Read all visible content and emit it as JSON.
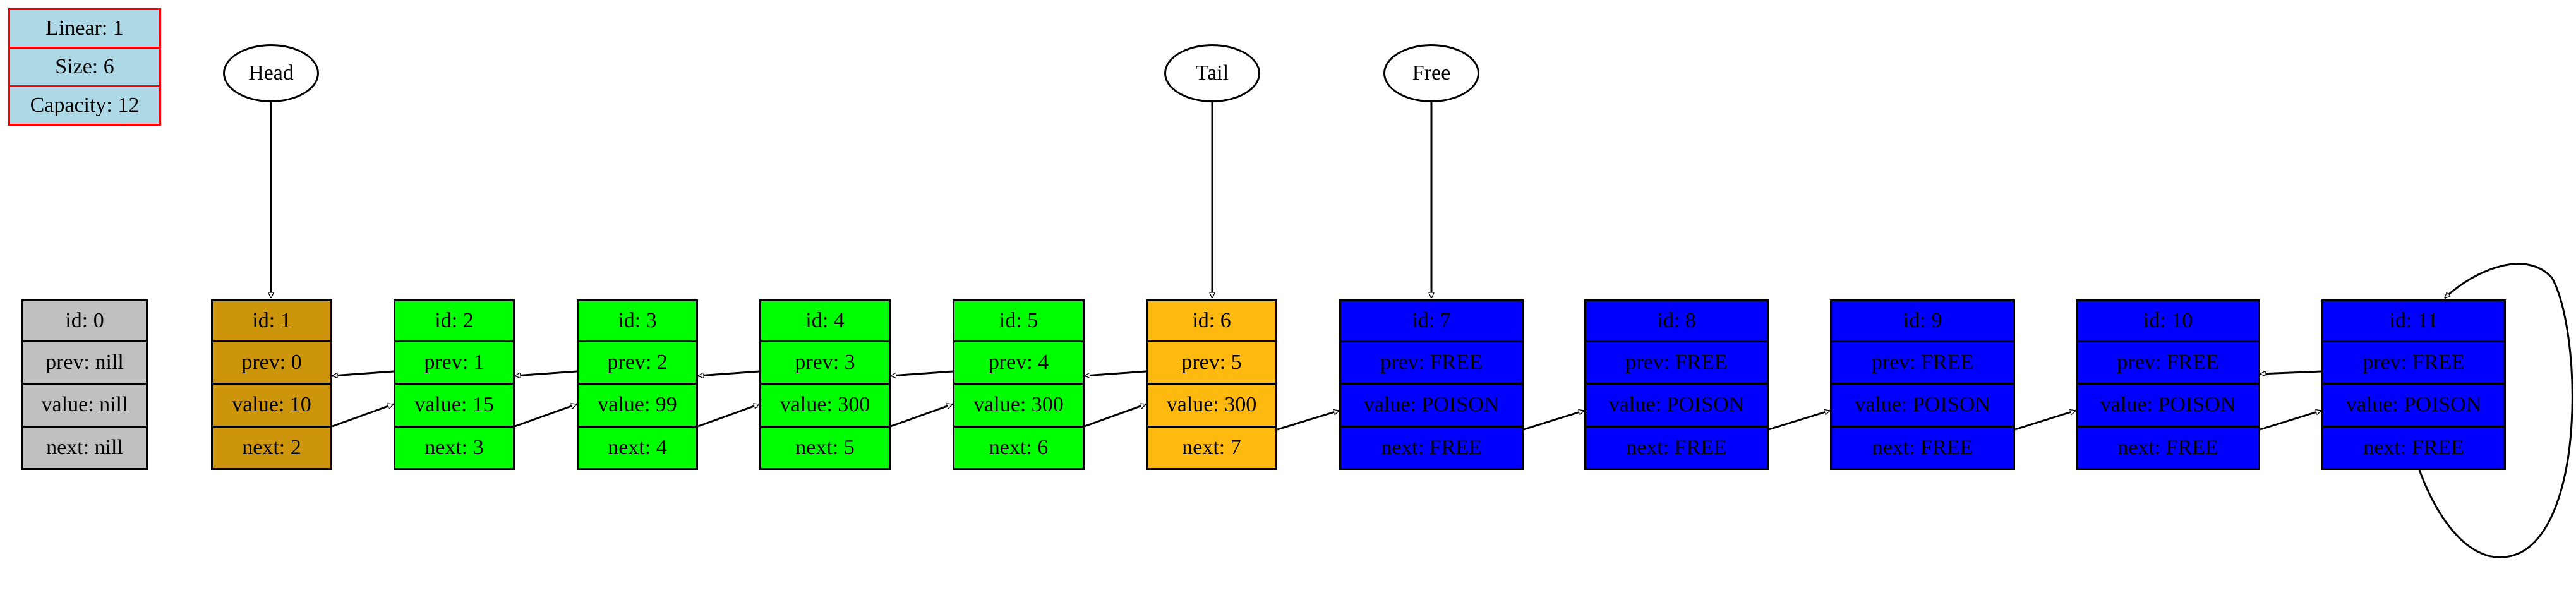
{
  "info": {
    "linear": "Linear: 1",
    "size": "Size: 6",
    "capacity": "Capacity: 12"
  },
  "colors": {
    "reserved": "#c0c0c0",
    "head": "#cd950c",
    "used": "#00ff00",
    "tail": "#ffb90f",
    "free": "#0000ff",
    "info_fill": "#add8e6",
    "info_border": "#ff0000"
  },
  "pointers": {
    "head": "Head",
    "tail": "Tail",
    "free": "Free"
  },
  "nodes": [
    {
      "id": "id: 0",
      "prev": "prev: nill",
      "value": "value: nill",
      "next": "next: nill",
      "kind": "reserved"
    },
    {
      "id": "id: 1",
      "prev": "prev: 0",
      "value": "value: 10",
      "next": "next: 2",
      "kind": "head"
    },
    {
      "id": "id: 2",
      "prev": "prev: 1",
      "value": "value: 15",
      "next": "next: 3",
      "kind": "used"
    },
    {
      "id": "id: 3",
      "prev": "prev: 2",
      "value": "value: 99",
      "next": "next: 4",
      "kind": "used"
    },
    {
      "id": "id: 4",
      "prev": "prev: 3",
      "value": "value: 300",
      "next": "next: 5",
      "kind": "used"
    },
    {
      "id": "id: 5",
      "prev": "prev: 4",
      "value": "value: 300",
      "next": "next: 6",
      "kind": "used"
    },
    {
      "id": "id: 6",
      "prev": "prev: 5",
      "value": "value: 300",
      "next": "next: 7",
      "kind": "tail"
    },
    {
      "id": "id: 7",
      "prev": "prev: FREE",
      "value": "value: POISON",
      "next": "next: FREE",
      "kind": "free"
    },
    {
      "id": "id: 8",
      "prev": "prev: FREE",
      "value": "value: POISON",
      "next": "next: FREE",
      "kind": "free"
    },
    {
      "id": "id: 9",
      "prev": "prev: FREE",
      "value": "value: POISON",
      "next": "next: FREE",
      "kind": "free"
    },
    {
      "id": "id: 10",
      "prev": "prev: FREE",
      "value": "value: POISON",
      "next": "next: FREE",
      "kind": "free"
    },
    {
      "id": "id: 11",
      "prev": "prev: FREE",
      "value": "value: POISON",
      "next": "next: FREE",
      "kind": "free"
    }
  ]
}
